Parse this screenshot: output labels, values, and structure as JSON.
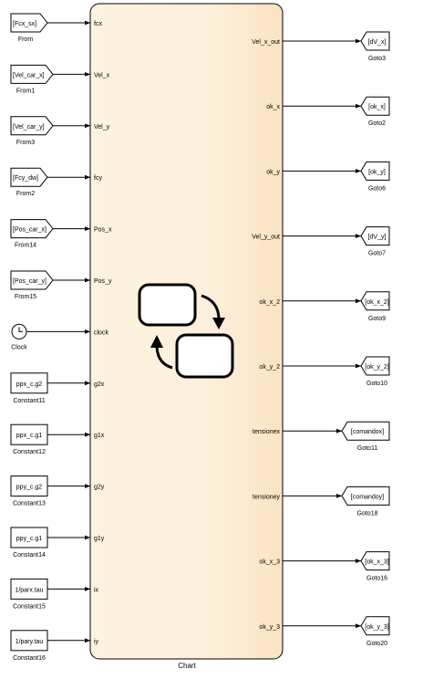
{
  "chart": {
    "caption": "Chart",
    "inputs": [
      "fcx",
      "Vel_x",
      "Vel_y",
      "fcy",
      "Pos_x",
      "Pos_y",
      "clock",
      "g2x",
      "g1x",
      "g2y",
      "g1y",
      "ix",
      "iy"
    ],
    "outputs": [
      "Vel_x_out",
      "ok_x",
      "ok_y",
      "Vel_y_out",
      "ok_x_2",
      "ok_y_2",
      "tensionex",
      "tensioney",
      "ok_x_3",
      "ok_y_3"
    ]
  },
  "sources": [
    {
      "kind": "from",
      "text": "[Fcx_sx]",
      "caption": "From"
    },
    {
      "kind": "from",
      "text": "[Vel_car_x]",
      "caption": "From1"
    },
    {
      "kind": "from",
      "text": "[Vel_car_y]",
      "caption": "From3"
    },
    {
      "kind": "from",
      "text": "[Fcy_dw]",
      "caption": "From2"
    },
    {
      "kind": "from",
      "text": "[Pos_car_x]",
      "caption": "From14"
    },
    {
      "kind": "from",
      "text": "[Pos_car_y]",
      "caption": "From15"
    },
    {
      "kind": "clock",
      "text": "",
      "caption": "Clock"
    },
    {
      "kind": "constant",
      "text": "ppx_c.g2",
      "caption": "Constant11"
    },
    {
      "kind": "constant",
      "text": "ppx_c.g1",
      "caption": "Constant12"
    },
    {
      "kind": "constant",
      "text": "ppy_c.g2",
      "caption": "Constant13"
    },
    {
      "kind": "constant",
      "text": "ppy_c.g1",
      "caption": "Constant14"
    },
    {
      "kind": "constant",
      "text": "1/parx.tau",
      "caption": "Constant15"
    },
    {
      "kind": "constant",
      "text": "1/pary.tau",
      "caption": "Constant16"
    }
  ],
  "sinks": [
    {
      "text": "[dV_x]",
      "caption": "Goto3"
    },
    {
      "text": "[ok_x]",
      "caption": "Goto2"
    },
    {
      "text": "[ok_y]",
      "caption": "Goto6"
    },
    {
      "text": "[dV_y]",
      "caption": "Goto7"
    },
    {
      "text": "[ok_x_2]",
      "caption": "Goto9"
    },
    {
      "text": "[ok_y_2]",
      "caption": "Goto10"
    },
    {
      "text": "[comandox]",
      "caption": "Goto11"
    },
    {
      "text": "[comandoy]",
      "caption": "Goto18"
    },
    {
      "text": "[ok_x_3]",
      "caption": "Goto16"
    },
    {
      "text": "[ok_y_3]",
      "caption": "Goto20"
    }
  ]
}
